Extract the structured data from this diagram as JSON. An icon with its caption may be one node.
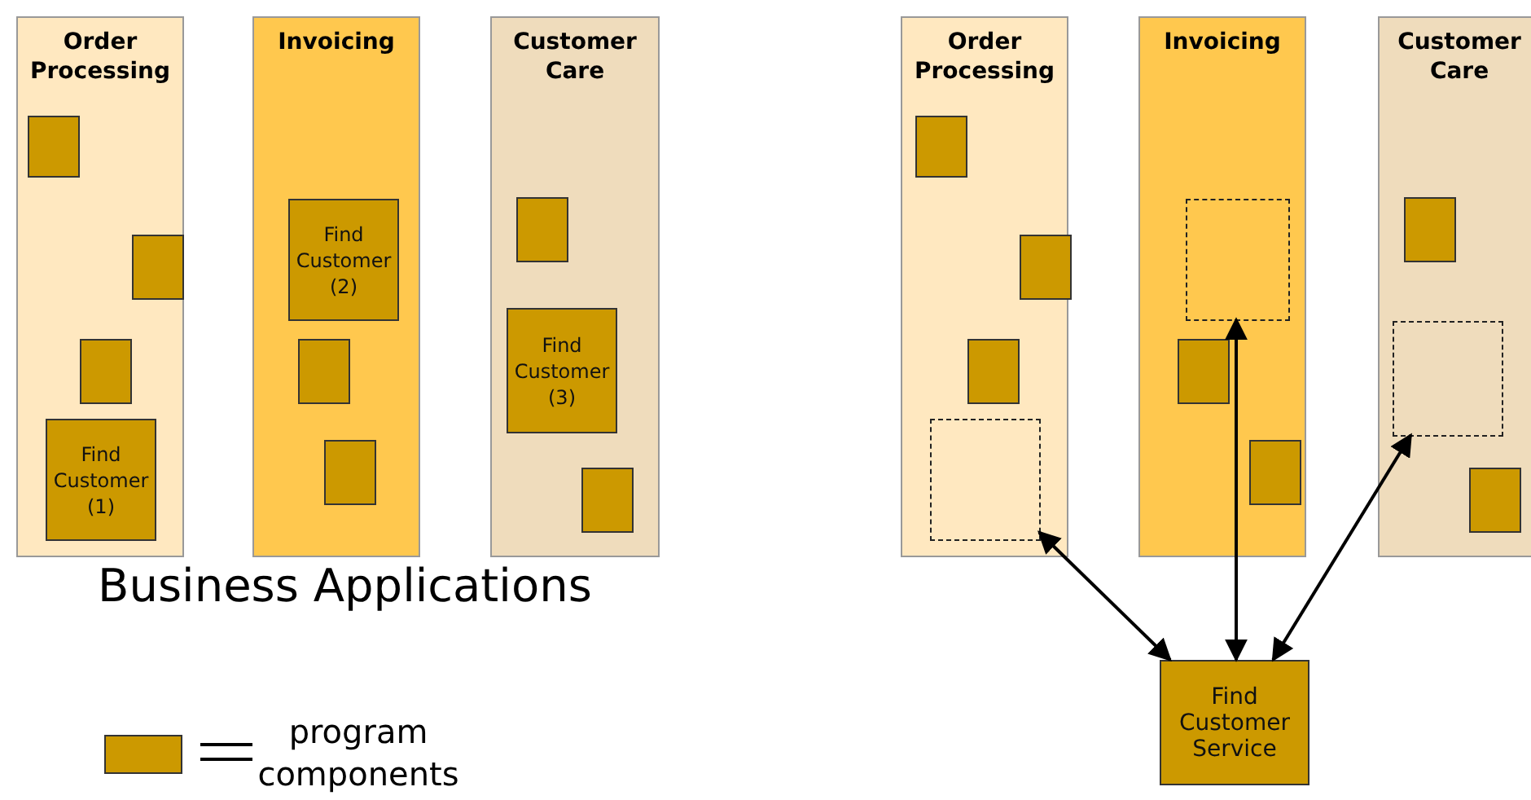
{
  "diagram": {
    "nodes": [
      {
        "text": [
          "Order Processing"
        ]
      },
      {
        "text": [],
        "shape": "box",
        "in": 0
      },
      {
        "text": [],
        "shape": "box",
        "in": 0
      },
      {
        "text": [],
        "shape": "box",
        "in": 0
      },
      {
        "text": [
          "Find Customer (1)"
        ],
        "in": 0
      },
      {
        "text": [
          "Invoicing"
        ]
      },
      {
        "text": [
          "Find Customer (2)"
        ],
        "in": 5
      },
      {
        "text": [],
        "shape": "box",
        "in": 5
      },
      {
        "text": [],
        "shape": "box",
        "in": 5
      },
      {
        "text": [
          "Customer Care"
        ]
      },
      {
        "text": [],
        "shape": "box",
        "in": 9
      },
      {
        "text": [
          "Find Customer (3)"
        ],
        "in": 9
      },
      {
        "text": [],
        "shape": "box",
        "in": 9
      },
      {
        "text": [
          "Order Processing"
        ]
      },
      {
        "text": [],
        "shape": "box",
        "in": 13
      },
      {
        "text": [],
        "shape": "box",
        "in": 13
      },
      {
        "text": [],
        "shape": "box",
        "in": 13
      },
      {
        "text": [],
        "shape": "box",
        "in": 13
      },
      {
        "text": [
          "Invoicing"
        ]
      },
      {
        "text": [],
        "shape": "box",
        "in": 18
      },
      {
        "text": [],
        "shape": "box",
        "in": 18
      },
      {
        "text": [],
        "shape": "box",
        "in": 18
      },
      {
        "text": [
          "Customer Care"
        ]
      },
      {
        "text": [],
        "shape": "box",
        "in": 22
      },
      {
        "text": [],
        "shape": "box",
        "in": 22
      },
      {
        "text": [],
        "shape": "box",
        "in": 22
      },
      {
        "text": [
          "Find Customer Service"
        ]
      }
    ],
    "edges": [
      {
        "from": 26,
        "to": 17,
        "arrow": "both"
      },
      {
        "from": 26,
        "to": 19,
        "arrow": "both"
      },
      {
        "from": 26,
        "to": 24,
        "arrow": "both"
      }
    ],
    "labels": [
      "Business Applications"
    ],
    "legend": [
      {
        "text": "program components",
        "color": "#cc9900"
      }
    ]
  }
}
